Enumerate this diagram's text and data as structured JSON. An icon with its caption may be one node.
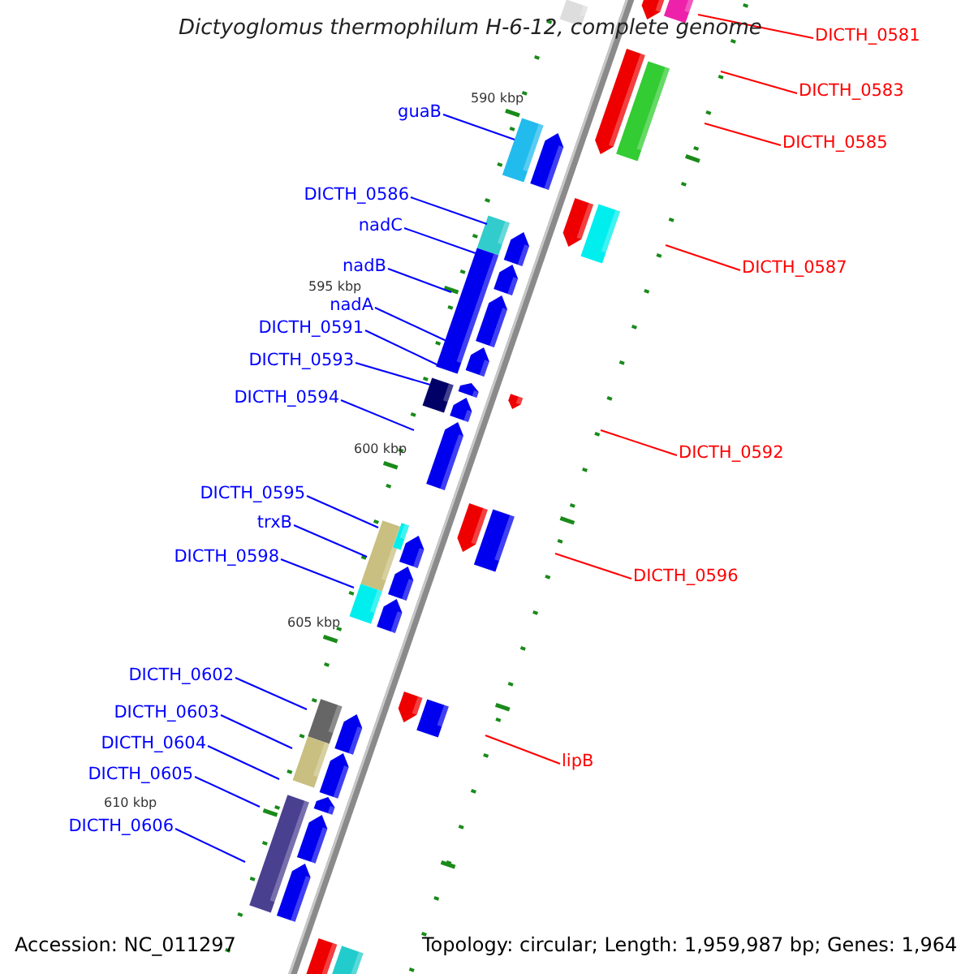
{
  "diagram": {
    "title": "Dictyoglomus thermophilum H-6-12, complete genome",
    "nodes": [
      {
        "text": [
          "DICTH_0581"
        ]
      },
      {
        "text": [
          "DICTH_0583"
        ]
      },
      {
        "text": [
          "guaB"
        ]
      },
      {
        "text": [
          "DICTH_0585"
        ]
      },
      {
        "text": [
          "DICTH_0586"
        ]
      },
      {
        "text": [
          "nadC"
        ]
      },
      {
        "text": [
          "nadB"
        ]
      },
      {
        "text": [
          "DICTH_0587"
        ]
      },
      {
        "text": [
          "nadA"
        ]
      },
      {
        "text": [
          "DICTH_0591"
        ]
      },
      {
        "text": [
          "DICTH_0593"
        ]
      },
      {
        "text": [
          "DICTH_0594"
        ]
      },
      {
        "text": [
          "DICTH_0592"
        ]
      },
      {
        "text": [
          "DICTH_0595"
        ]
      },
      {
        "text": [
          "trxB"
        ]
      },
      {
        "text": [
          "DICTH_0598"
        ]
      },
      {
        "text": [
          "DICTH_0596"
        ]
      },
      {
        "text": [
          "DICTH_0602"
        ]
      },
      {
        "text": [
          "DICTH_0603"
        ]
      },
      {
        "text": [
          "DICTH_0604"
        ]
      },
      {
        "text": [
          "lipB"
        ]
      },
      {
        "text": [
          "DICTH_0605"
        ]
      },
      {
        "text": [
          "DICTH_0606"
        ]
      }
    ],
    "edges": [
      {
        "from": 0,
        "to": null,
        "arrow": "none",
        "color": "#ff0000"
      },
      {
        "from": 1,
        "to": null,
        "arrow": "none",
        "color": "#ff0000"
      },
      {
        "from": 2,
        "to": null,
        "arrow": "none"
      },
      {
        "from": 3,
        "to": null,
        "arrow": "none",
        "color": "#ff0000"
      },
      {
        "from": 4,
        "to": null,
        "arrow": "none"
      },
      {
        "from": 5,
        "to": null,
        "arrow": "none"
      },
      {
        "from": 6,
        "to": null,
        "arrow": "none"
      },
      {
        "from": 7,
        "to": null,
        "arrow": "none",
        "color": "#ff0000"
      },
      {
        "from": 8,
        "to": null,
        "arrow": "none"
      },
      {
        "from": 9,
        "to": null,
        "arrow": "none"
      },
      {
        "from": 10,
        "to": null,
        "arrow": "none"
      },
      {
        "from": 11,
        "to": null,
        "arrow": "none"
      },
      {
        "from": 12,
        "to": null,
        "arrow": "none",
        "color": "#ff0000"
      },
      {
        "from": 13,
        "to": null,
        "arrow": "none"
      },
      {
        "from": 14,
        "to": null,
        "arrow": "none"
      },
      {
        "from": 15,
        "to": null,
        "arrow": "none"
      },
      {
        "from": 16,
        "to": null,
        "arrow": "none",
        "color": "#ff0000"
      },
      {
        "from": 17,
        "to": null,
        "arrow": "none"
      },
      {
        "from": 18,
        "to": null,
        "arrow": "none"
      },
      {
        "from": 19,
        "to": null,
        "arrow": "none"
      },
      {
        "from": 20,
        "to": null,
        "arrow": "none",
        "color": "#ff0000"
      },
      {
        "from": 21,
        "to": null,
        "arrow": "none"
      },
      {
        "from": 22,
        "to": null,
        "arrow": "none"
      }
    ],
    "labels": [
      "590 kbp",
      "595 kbp",
      "600 kbp",
      "605 kbp",
      "610 kbp",
      "Accession: NC_011297",
      "Topology: circular; Length: 1,959,987 bp; Genes: 1,964"
    ]
  }
}
